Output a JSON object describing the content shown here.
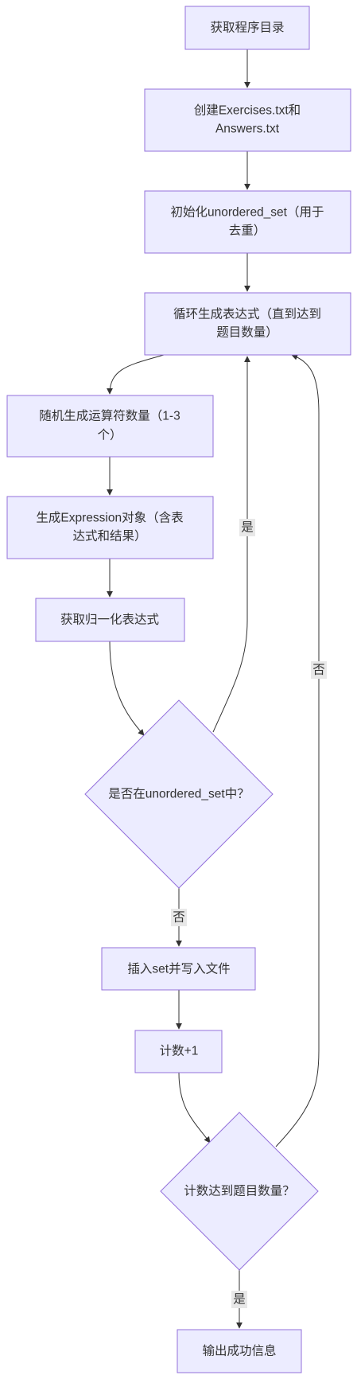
{
  "nodes": {
    "get_dir": "获取程序目录",
    "create_files": [
      "创建Exercises.txt和",
      "Answers.txt"
    ],
    "init_set": [
      "初始化unordered_set（用于",
      "去重）"
    ],
    "loop": [
      "循环生成表达式（直到达到",
      "题目数量）"
    ],
    "rand_ops": [
      "随机生成运算符数量（1-3",
      "个）"
    ],
    "gen_expr": [
      "生成Expression对象（含表",
      "达式和结果）"
    ],
    "normalize": "获取归一化表达式",
    "check_dup": "是否在unordered_set中？",
    "insert": "插入set并写入文件",
    "count": "计数+1",
    "check_count": "计数达到题目数量？",
    "output": "输出成功信息"
  },
  "edge_labels": {
    "dup_yes": "是",
    "dup_no": "否",
    "count_no": "否",
    "count_yes": "是"
  },
  "colors": {
    "node_fill": "#ECECFF",
    "node_stroke": "#9370DB",
    "edge": "#333333",
    "label_bg": "#e8e8e8"
  }
}
